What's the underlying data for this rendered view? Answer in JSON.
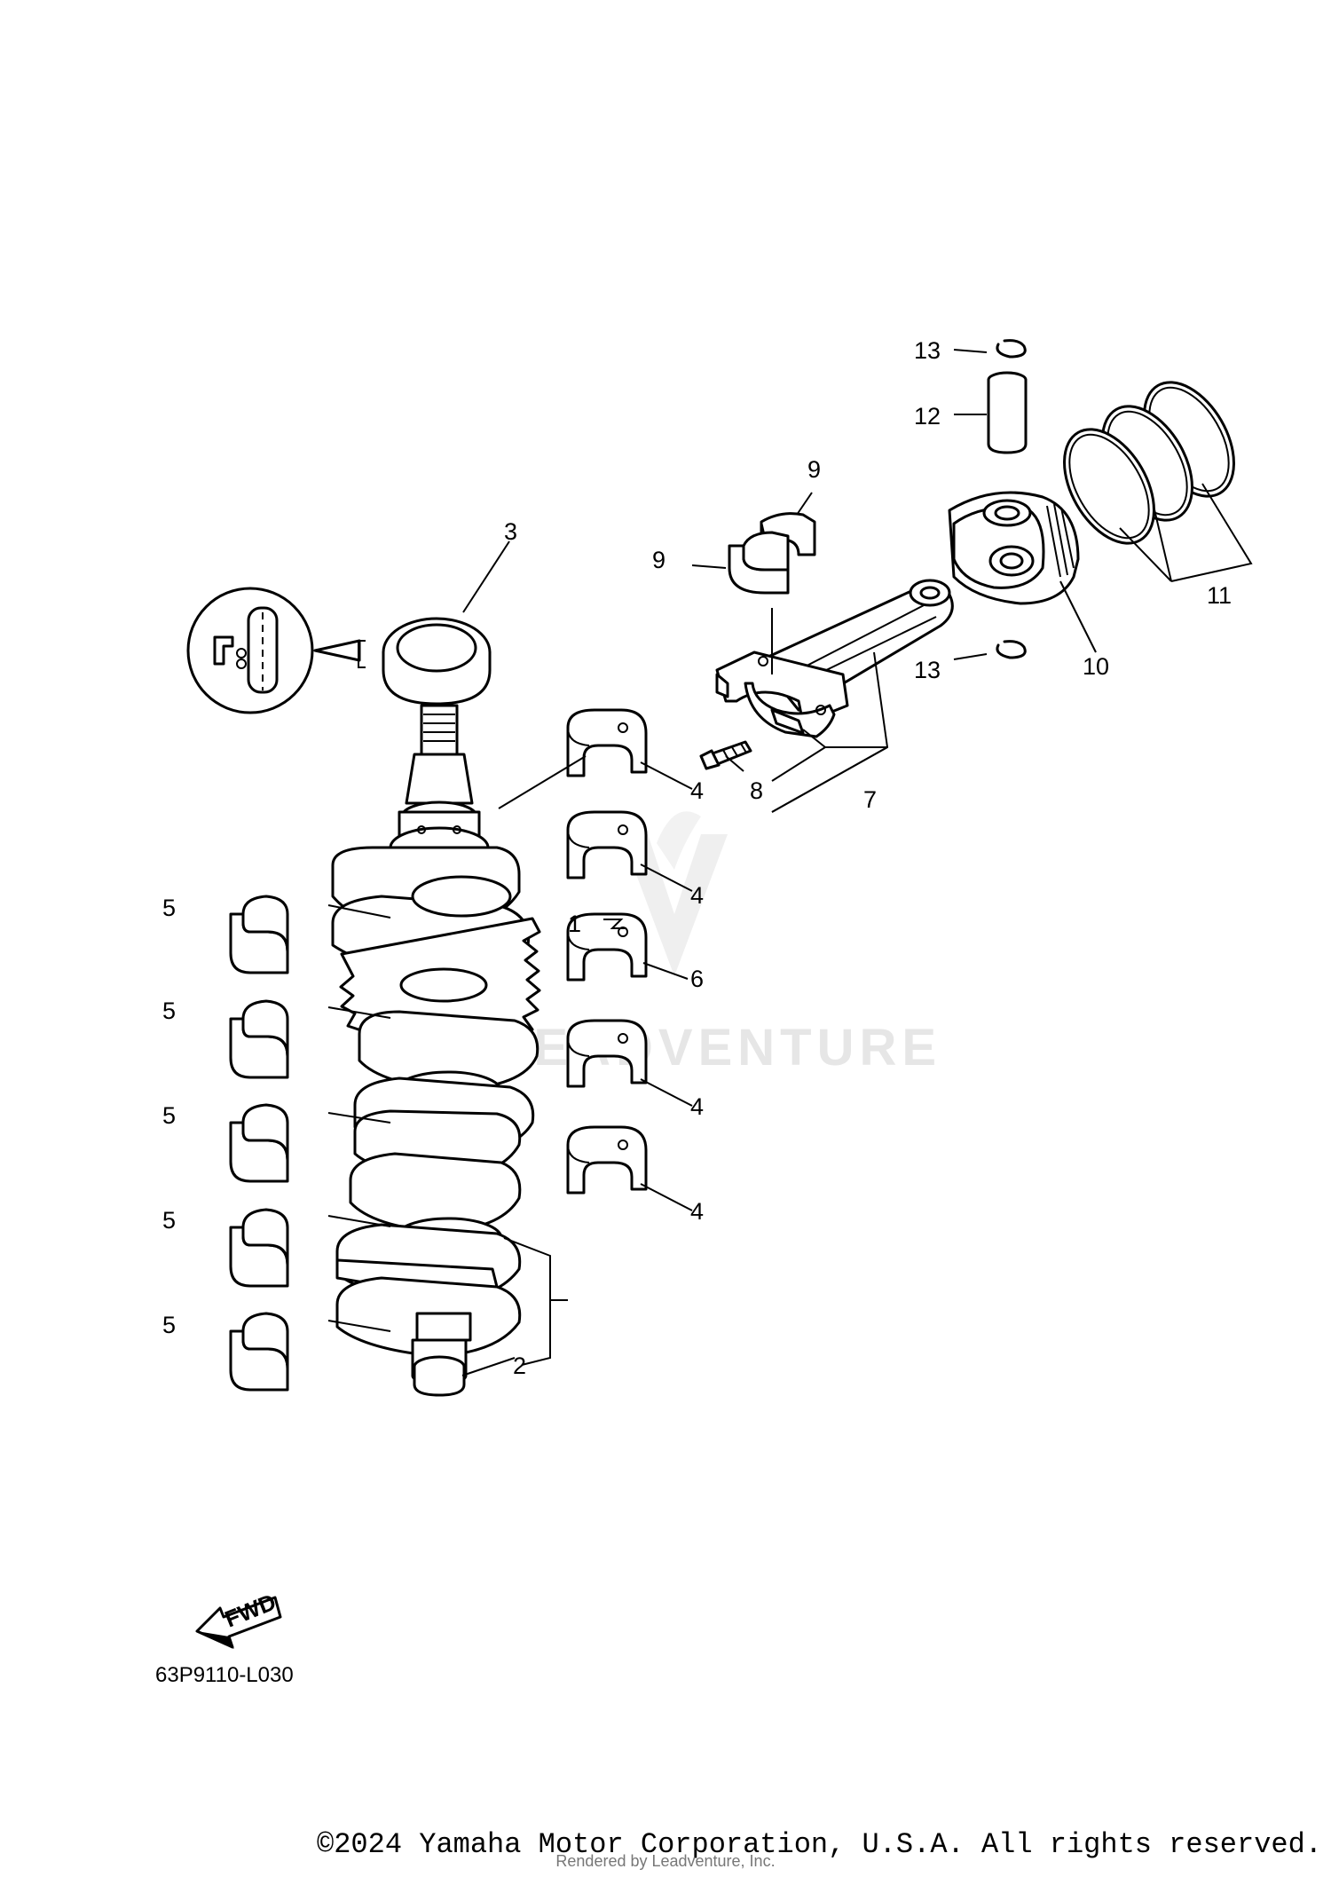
{
  "diagram_code": "63P9110-L030",
  "fwd_label": "FWD",
  "watermark": "LEADVENTURE",
  "copyright": "©2024 Yamaha Motor Corporation, U.S.A. All rights reserved.",
  "rendered_by": "Rendered by Leadventure, Inc.",
  "callouts": {
    "c1": "1",
    "c2": "2",
    "c3": "3",
    "c4a": "4",
    "c4b": "4",
    "c4c": "4",
    "c4d": "4",
    "c5a": "5",
    "c5b": "5",
    "c5c": "5",
    "c5d": "5",
    "c5e": "5",
    "c6": "6",
    "c7": "7",
    "c8": "8",
    "c9a": "9",
    "c9b": "9",
    "c10": "10",
    "c11": "11",
    "c12": "12",
    "c13a": "13",
    "c13b": "13"
  }
}
